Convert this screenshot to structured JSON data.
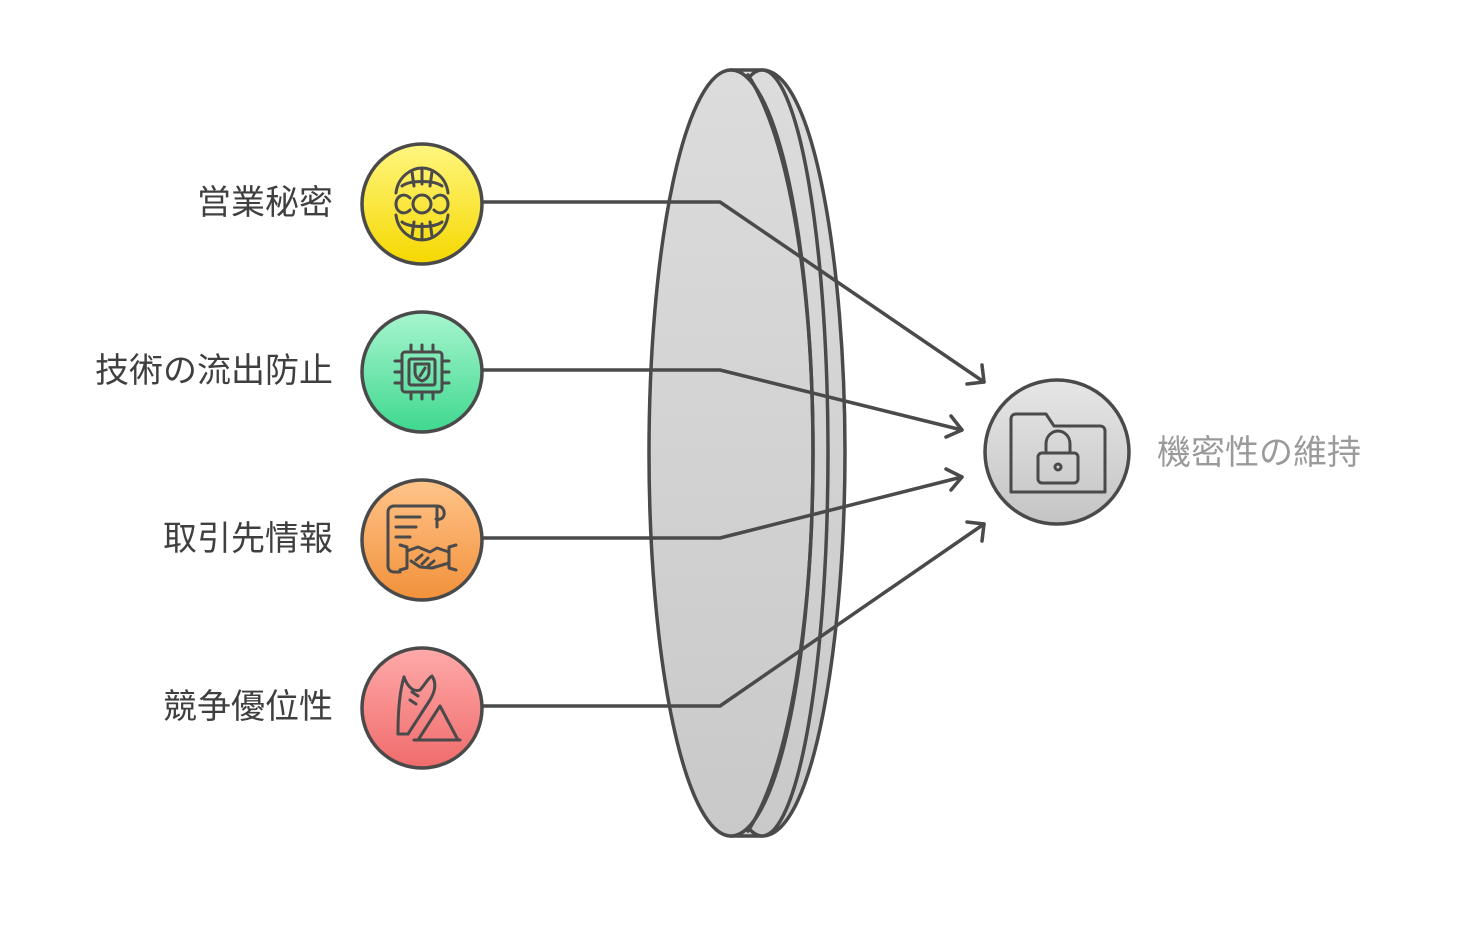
{
  "inputs": [
    {
      "label": "営業秘密",
      "icon": "pearl-clam-icon",
      "color_top": "#fff680",
      "color_bottom": "#f5d800"
    },
    {
      "label": "技術の流出防止",
      "icon": "chip-shield-icon",
      "color_top": "#a8f5cf",
      "color_bottom": "#3fd88f"
    },
    {
      "label": "取引先情報",
      "icon": "contract-handshake-icon",
      "color_top": "#ffc48a",
      "color_bottom": "#f2913a"
    },
    {
      "label": "競争優位性",
      "icon": "running-shoe-icon",
      "color_top": "#ffaaaa",
      "color_bottom": "#f06b6b"
    }
  ],
  "filter": {
    "icon": "lens-disc"
  },
  "output": {
    "label": "機密性の維持",
    "icon": "locked-folder-icon"
  },
  "colors": {
    "stroke": "#4a4a4a",
    "lens_fill": "#d6d6d6",
    "output_circle": "#d9d9d9",
    "output_text": "#9a9a9a",
    "input_text": "#3f3f3f"
  }
}
